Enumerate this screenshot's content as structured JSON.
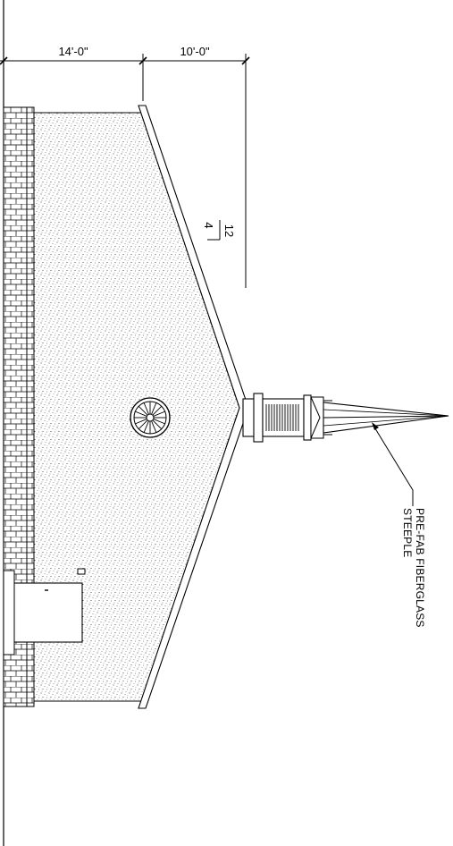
{
  "dimensions": {
    "left_span": "14'-0\"",
    "right_span": "10'-0\""
  },
  "roof_pitch": {
    "rise": "4",
    "run": "12"
  },
  "callout": {
    "line1": "PRE-FAB FIBERGLASS",
    "line2": "STEEPLE"
  },
  "colors": {
    "line": "#000000",
    "fill": "#ffffff"
  }
}
